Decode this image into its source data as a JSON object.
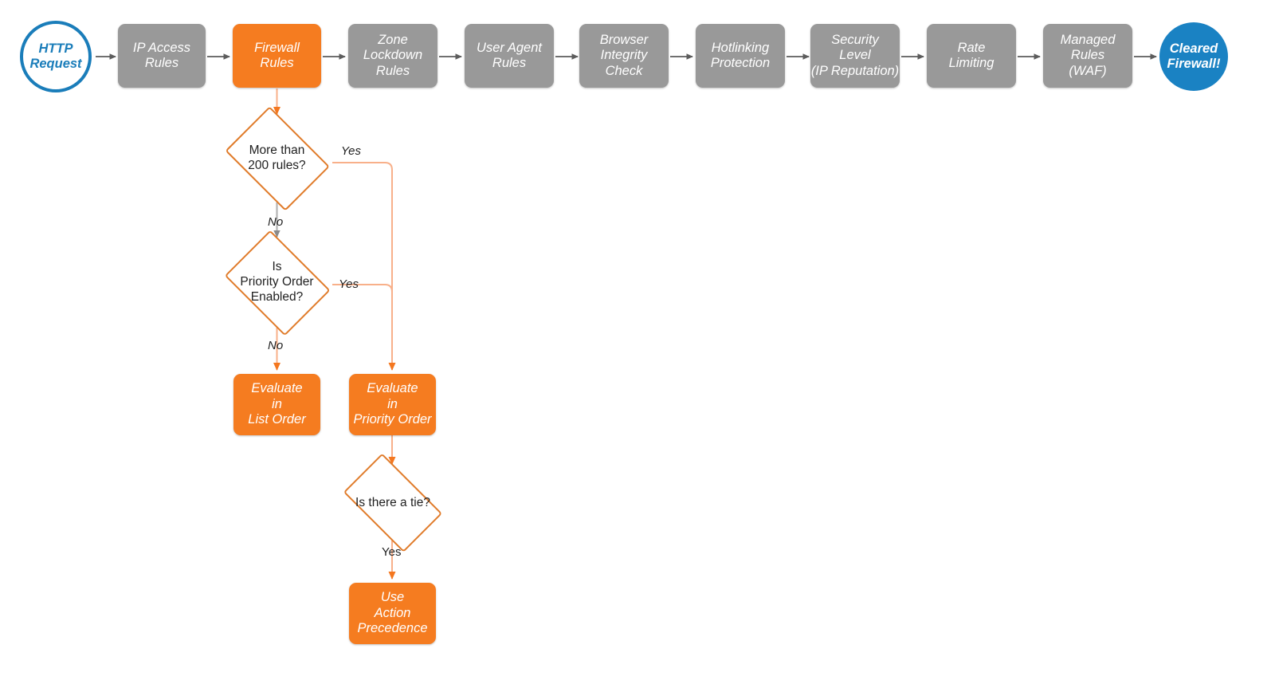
{
  "diagram": {
    "title": "Cloudflare firewall evaluation order flowchart",
    "colors": {
      "gray_box": "#999999",
      "orange_box": "#f57c20",
      "blue_outline": "#1a7dba",
      "blue_fill": "#1a82c3",
      "diamond_stroke": "#e07b2a",
      "orange_connector": "#f8b08a",
      "gray_connector": "#9a9a9a",
      "arrow_dark": "#5c5c5c",
      "background": "#ffffff"
    },
    "pipeline": [
      {
        "id": "http-request",
        "type": "terminator-open",
        "label": "HTTP\nRequest"
      },
      {
        "id": "ip-access-rules",
        "type": "process-gray",
        "label": "IP Access\nRules"
      },
      {
        "id": "firewall-rules",
        "type": "process-orange",
        "label": "Firewall\nRules"
      },
      {
        "id": "zone-lockdown",
        "type": "process-gray",
        "label": "Zone\nLockdown\nRules"
      },
      {
        "id": "user-agent-rules",
        "type": "process-gray",
        "label": "User Agent\nRules"
      },
      {
        "id": "browser-integrity",
        "type": "process-gray",
        "label": "Browser\nIntegrity\nCheck"
      },
      {
        "id": "hotlinking",
        "type": "process-gray",
        "label": "Hotlinking\nProtection"
      },
      {
        "id": "security-level",
        "type": "process-gray",
        "label": "Security\nLevel\n(IP Reputation)"
      },
      {
        "id": "rate-limiting",
        "type": "process-gray",
        "label": "Rate\nLimiting"
      },
      {
        "id": "managed-rules",
        "type": "process-gray",
        "label": "Managed\nRules\n(WAF)"
      },
      {
        "id": "cleared-firewall",
        "type": "terminator-filled",
        "label": "Cleared\nFirewall!"
      }
    ],
    "decisions": [
      {
        "id": "more-than-200-rules",
        "label": "More than\n200 rules?"
      },
      {
        "id": "priority-order-enabled",
        "label": "Is\nPriority Order\nEnabled?"
      },
      {
        "id": "is-there-a-tie",
        "label": "Is there a tie?"
      }
    ],
    "outcomes": [
      {
        "id": "evaluate-list-order",
        "label": "Evaluate\nin\nList Order"
      },
      {
        "id": "evaluate-priority-order",
        "label": "Evaluate\nin\nPriority Order"
      },
      {
        "id": "use-action-precedence",
        "label": "Use\nAction\nPrecedence"
      }
    ],
    "edge_labels": {
      "yes_more_than_200": "Yes",
      "no_more_than_200": "No",
      "yes_priority_enabled": "Yes",
      "no_priority_enabled": "No",
      "yes_tie": "Yes"
    }
  }
}
